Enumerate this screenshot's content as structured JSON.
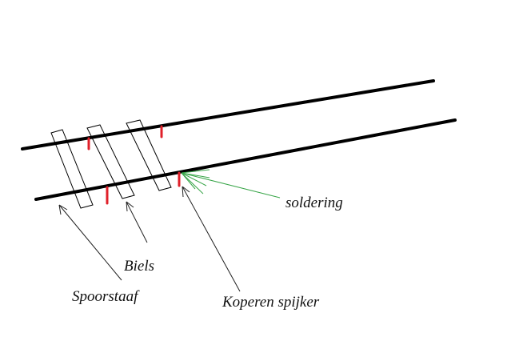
{
  "diagram": {
    "labels": {
      "soldering": "soldering",
      "biels": "Biels",
      "spoorstaaf": "Spoorstaaf",
      "koperen_spijker": "Koperen spijker"
    },
    "colors": {
      "background": "#ffffff",
      "rail": "#000000",
      "sleeper": "#000000",
      "pin": "#e0202a",
      "arrow": "#222222",
      "solder_arrow": "#3aa64a"
    }
  }
}
